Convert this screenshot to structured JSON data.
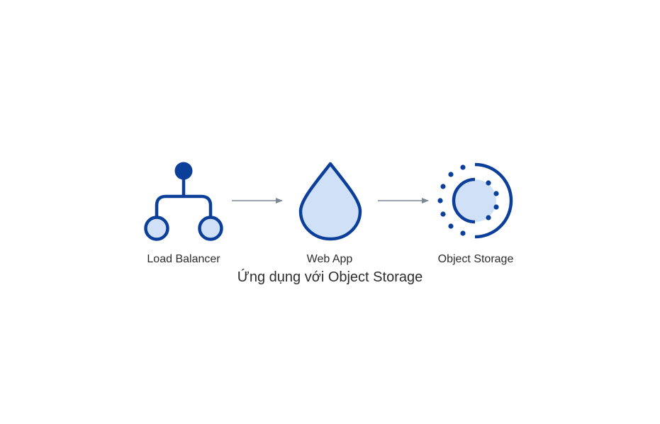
{
  "diagram": {
    "caption": "Ứng dụng với Object Storage",
    "nodes": [
      {
        "id": "load-balancer",
        "label": "Load Balancer",
        "icon": "load-balancer-icon"
      },
      {
        "id": "web-app",
        "label": "Web App",
        "icon": "droplet-icon"
      },
      {
        "id": "object-storage",
        "label": "Object Storage",
        "icon": "object-storage-icon"
      }
    ],
    "edges": [
      {
        "from": "load-balancer",
        "to": "web-app"
      },
      {
        "from": "web-app",
        "to": "object-storage"
      }
    ],
    "colors": {
      "icon_stroke": "#0b3f9a",
      "icon_fill": "#cfe0f7",
      "arrow": "#7b8794",
      "text": "#2d2d2d"
    }
  }
}
